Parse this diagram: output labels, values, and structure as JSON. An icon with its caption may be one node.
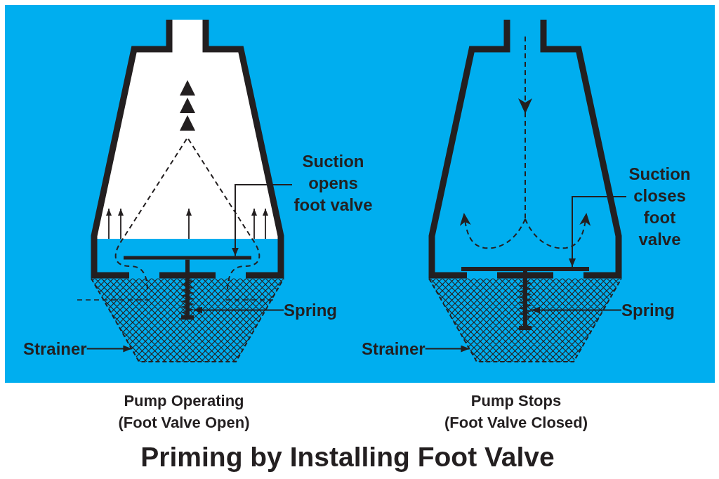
{
  "diagram": {
    "title": "Priming by Installing Foot Valve",
    "nodes": [
      {
        "text": [
          "Suction opens foot valve"
        ]
      },
      {
        "text": [],
        "shape": "bar"
      },
      {
        "text": [
          "Spring"
        ]
      },
      {
        "text": [],
        "shape": "spring"
      },
      {
        "text": [
          "Strainer"
        ]
      },
      {
        "text": [],
        "shape": "mesh"
      },
      {
        "text": [
          "Suction closes foot valve"
        ]
      },
      {
        "text": [],
        "shape": "bar"
      },
      {
        "text": [
          "Spring"
        ]
      },
      {
        "text": [],
        "shape": "spring"
      },
      {
        "text": [
          "Strainer"
        ]
      },
      {
        "text": [],
        "shape": "mesh"
      }
    ],
    "edges": [
      {
        "from": 0,
        "to": 1,
        "arrow": "to"
      },
      {
        "from": 2,
        "to": 3,
        "arrow": "to"
      },
      {
        "from": 4,
        "to": 5,
        "arrow": "to"
      },
      {
        "from": 6,
        "to": 7,
        "arrow": "to"
      },
      {
        "from": 8,
        "to": 9,
        "arrow": "to"
      },
      {
        "from": 10,
        "to": 11,
        "arrow": "to"
      }
    ],
    "labels": [
      "Pump Operating",
      "(Foot Valve Open)",
      "Pump Stops",
      "(Foot Valve Closed)"
    ]
  }
}
